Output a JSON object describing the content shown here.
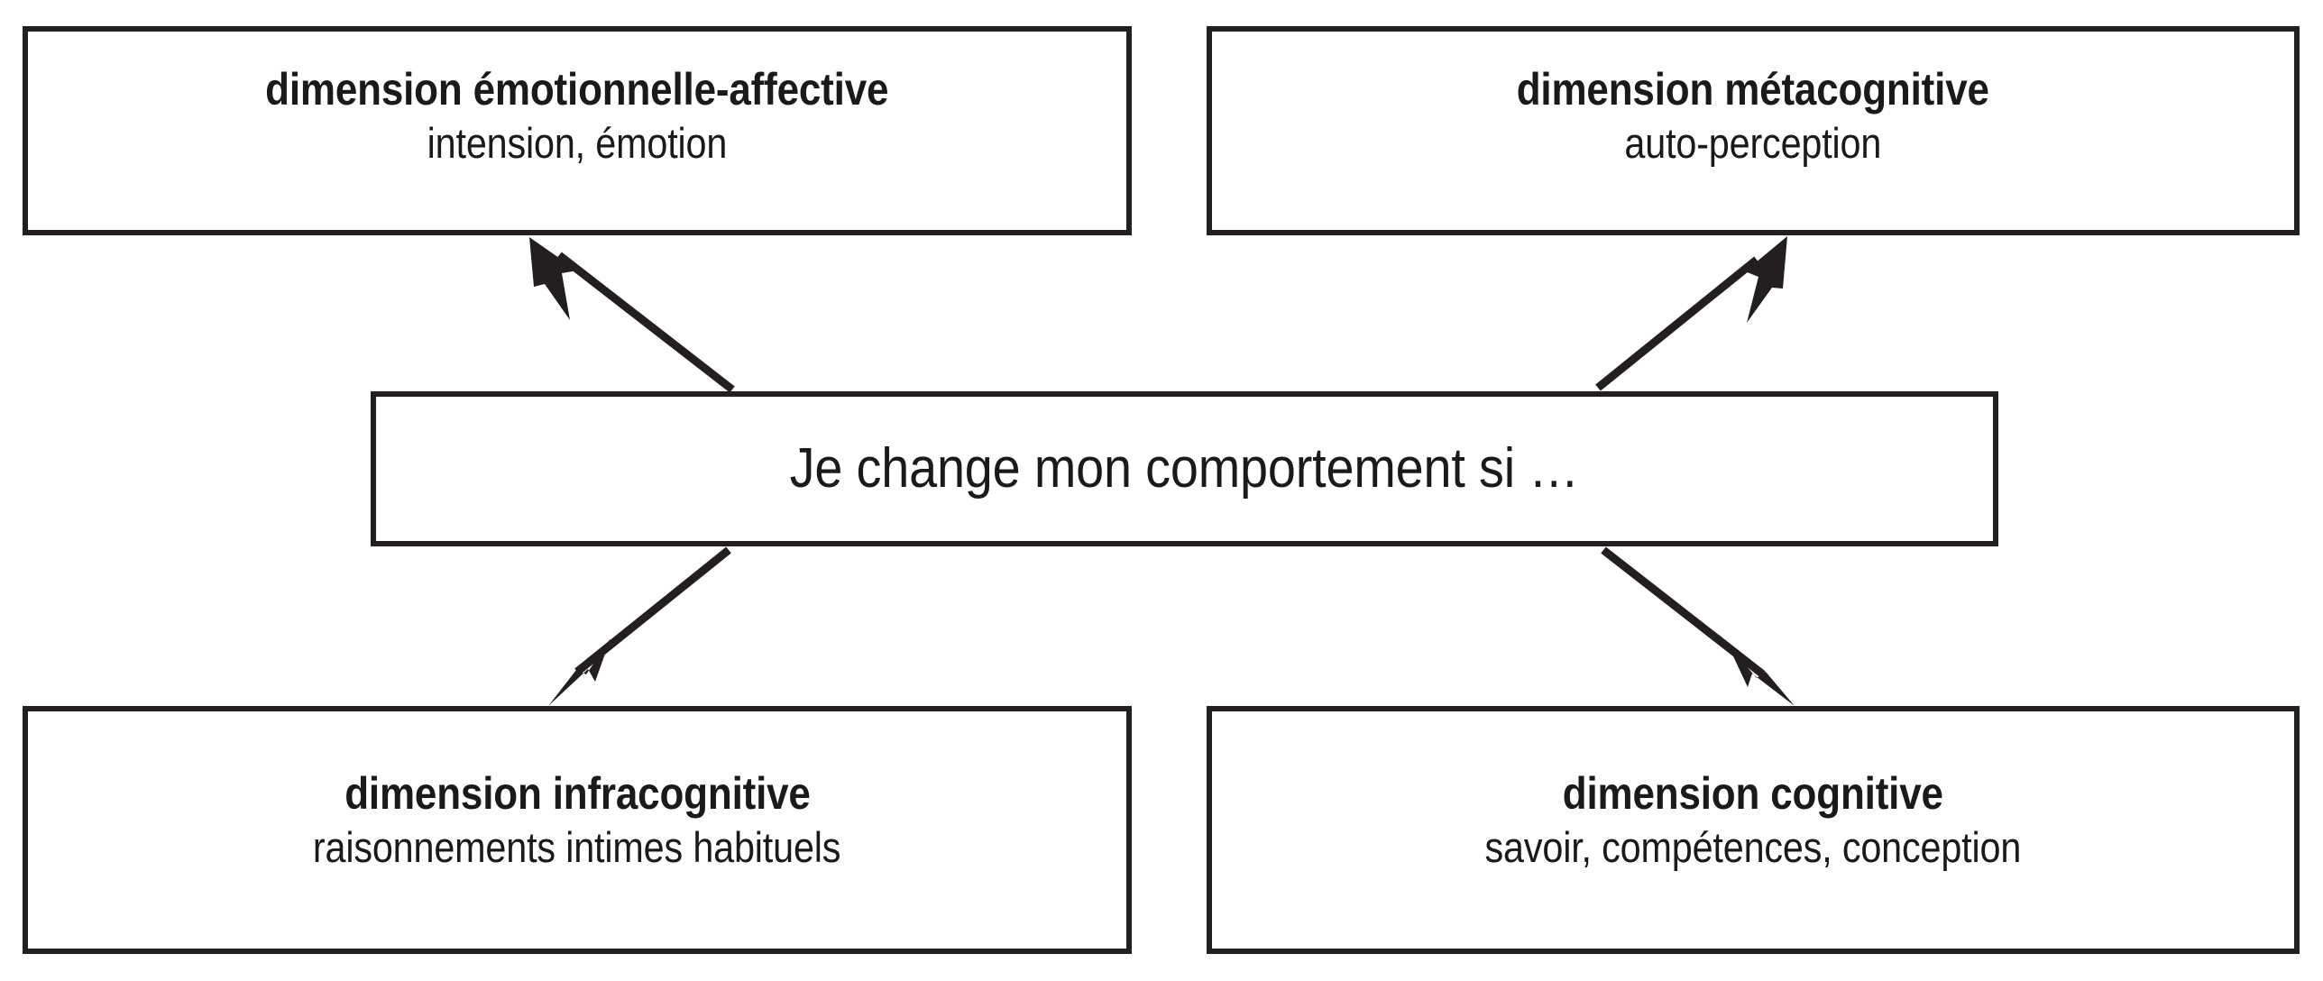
{
  "diagram": {
    "title_text": "Je change mon comportement si …",
    "stroke_color": "#231f20",
    "background_color": "#ffffff",
    "nodes": {
      "center": {
        "label": "Je change mon comportement si …"
      },
      "emotional": {
        "title": "dimension émotionnelle-affective",
        "subtitle": "intension, émotion"
      },
      "metacognitive": {
        "title": "dimension métacognitive",
        "subtitle": "auto-perception"
      },
      "infracognitive": {
        "title": "dimension infracognitive",
        "subtitle": "raisonnements intimes habituels"
      },
      "cognitive": {
        "title": "dimension cognitive",
        "subtitle": "savoir, compétences, conception"
      }
    },
    "arrows": [
      {
        "name": "arrow-center-to-emotional",
        "from": "center",
        "to": "emotional",
        "direction": "up-left"
      },
      {
        "name": "arrow-center-to-metacognitive",
        "from": "center",
        "to": "metacognitive",
        "direction": "up-right"
      },
      {
        "name": "arrow-center-to-infracognitive",
        "from": "center",
        "to": "infracognitive",
        "direction": "down-left"
      },
      {
        "name": "arrow-center-to-cognitive",
        "from": "center",
        "to": "cognitive",
        "direction": "down-right"
      }
    ]
  }
}
